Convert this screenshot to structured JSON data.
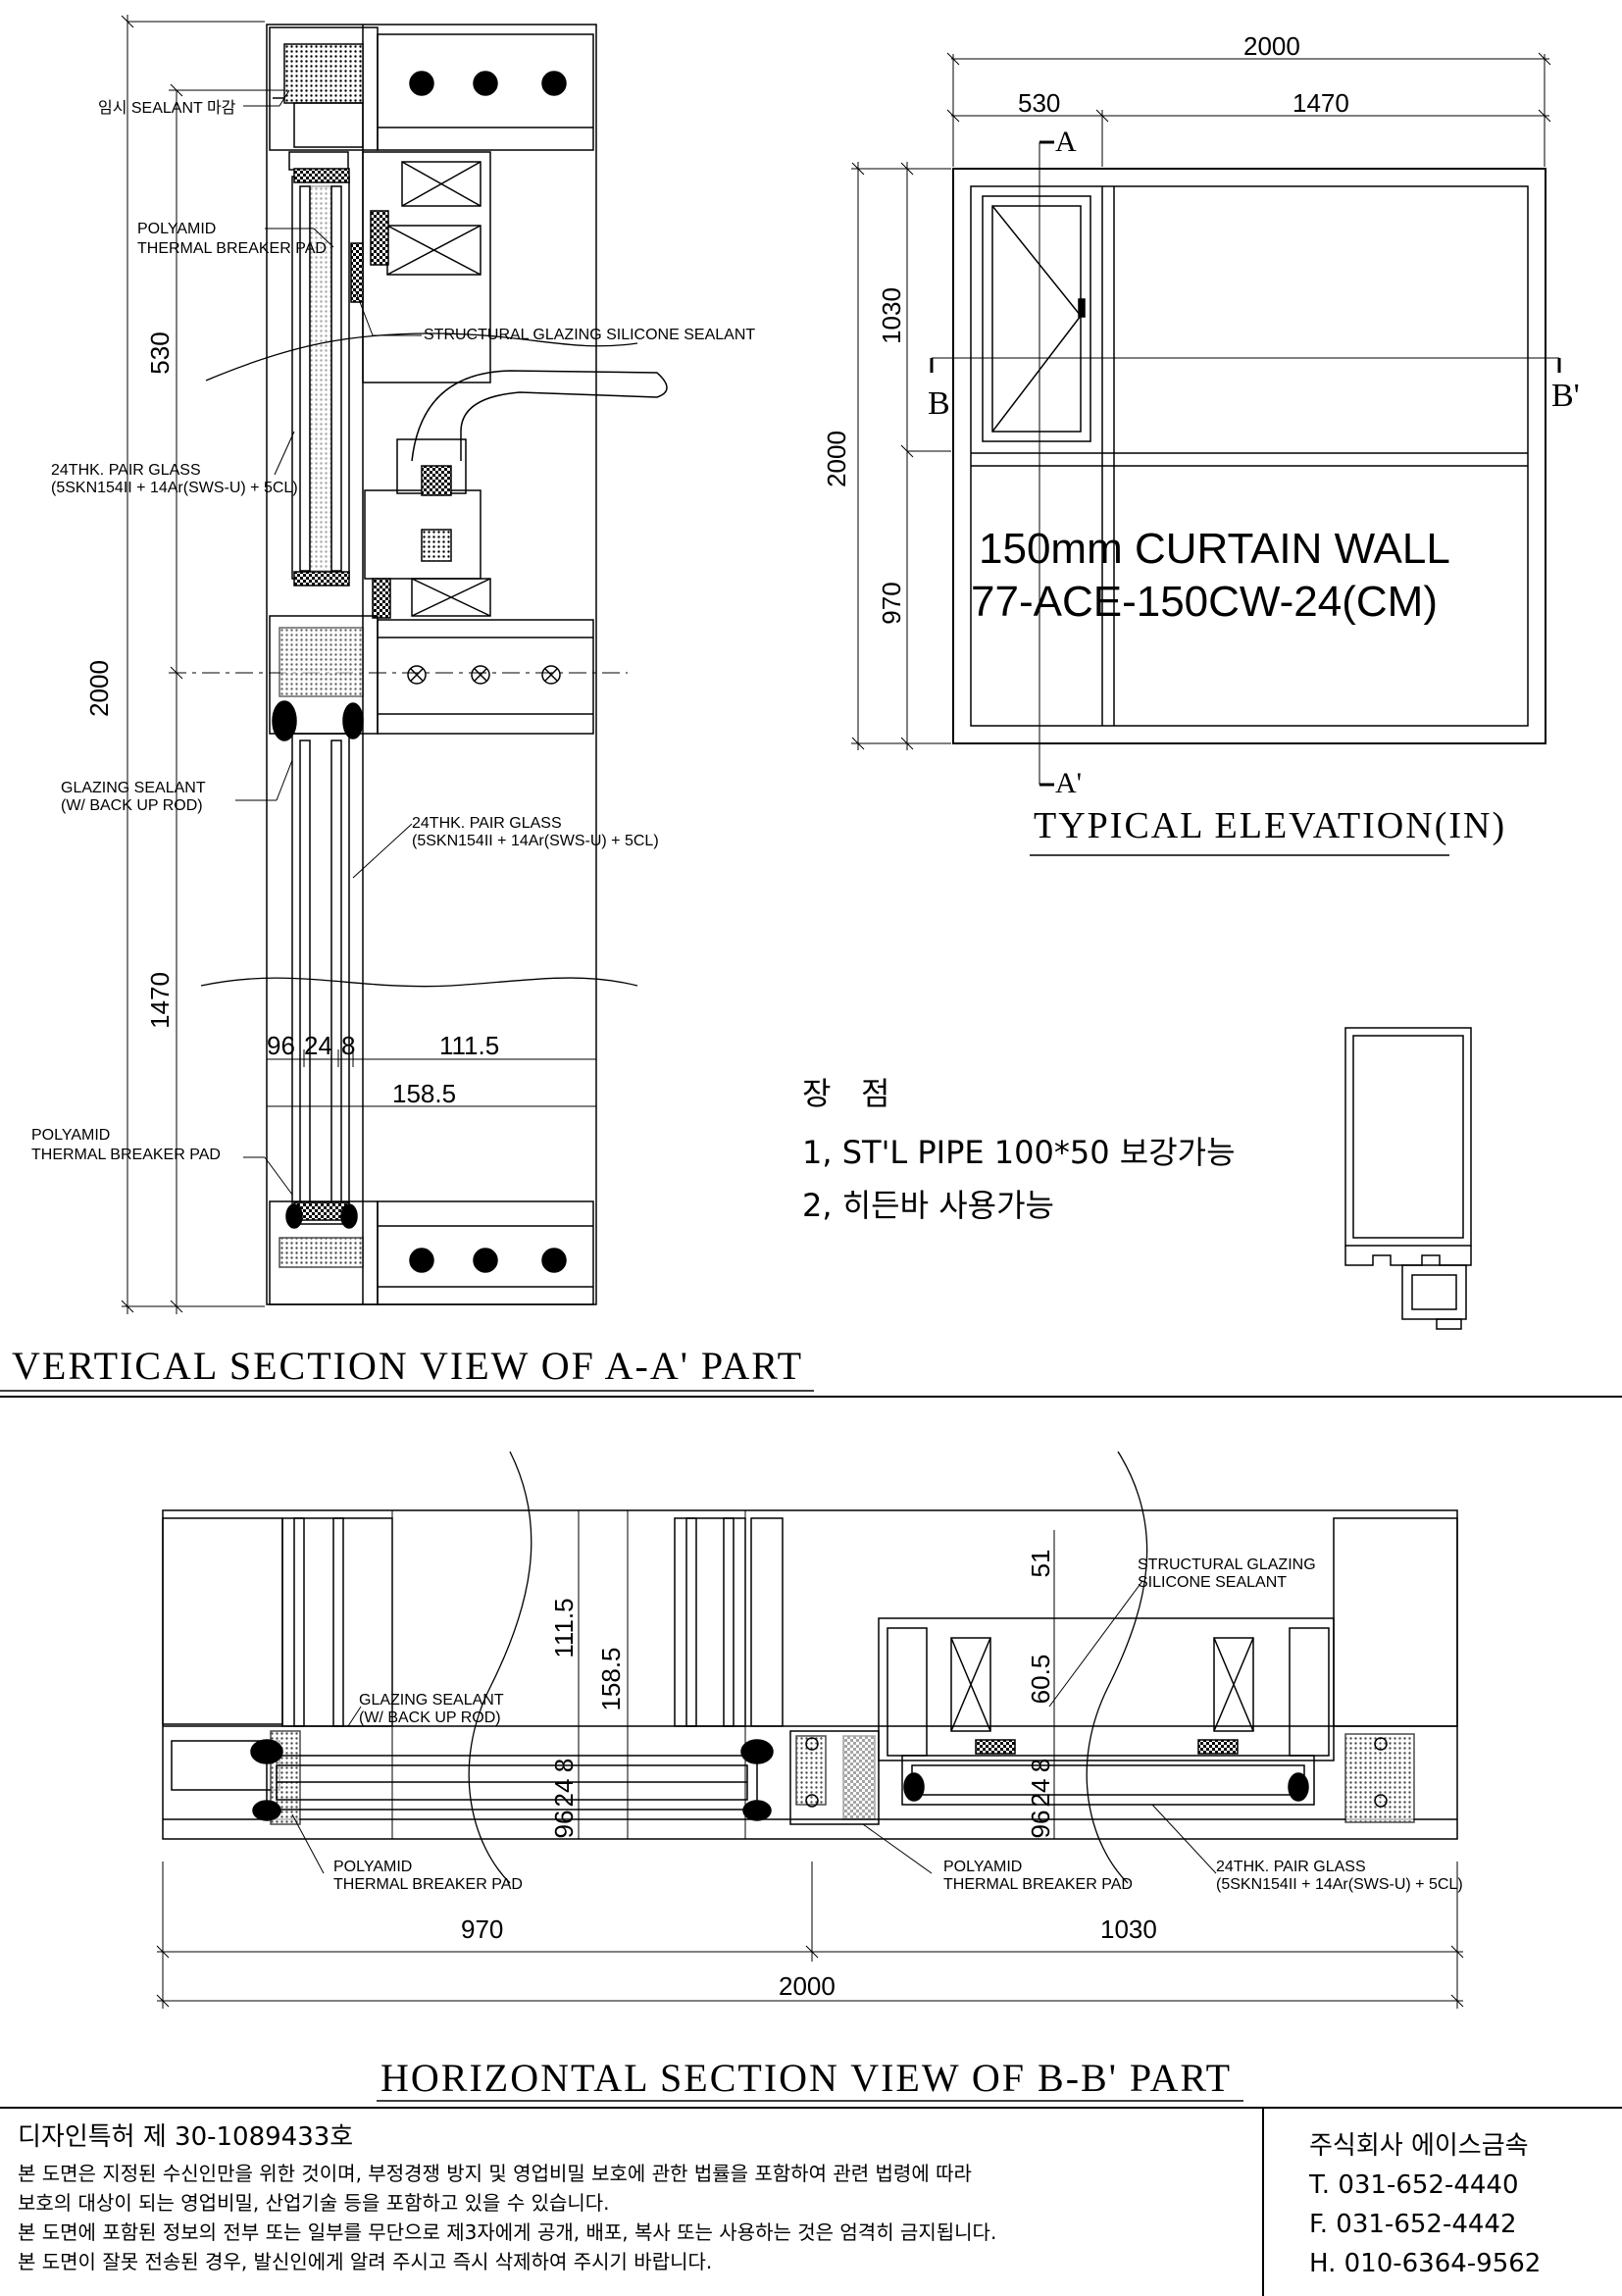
{
  "vertical_section": {
    "title": "VERTICAL SECTION VIEW OF A-A' PART",
    "dim_total": "2000",
    "dim_upper": "530",
    "dim_lower": "1470",
    "dim_96": "96",
    "dim_24": "24",
    "dim_8": "8",
    "dim_111_5": "111.5",
    "dim_158_5": "158.5",
    "callout_temp_sealant": "임시 SEALANT 마감",
    "callout_polyamid_1a": "POLYAMID",
    "callout_polyamid_1b": "THERMAL BREAKER PAD",
    "callout_structural": "STRUCTURAL GLAZING SILICONE SEALANT",
    "callout_glass_1a": "24THK. PAIR GLASS",
    "callout_glass_1b": "(5SKN154II + 14Ar(SWS-U) + 5CL)",
    "callout_glazing_a": "GLAZING SEALANT",
    "callout_glazing_b": "(W/ BACK UP ROD)",
    "callout_glass_2a": "24THK. PAIR GLASS",
    "callout_glass_2b": "(5SKN154II + 14Ar(SWS-U) + 5CL)",
    "callout_polyamid_2a": "POLYAMID",
    "callout_polyamid_2b": "THERMAL BREAKER PAD"
  },
  "elevation": {
    "title": "TYPICAL ELEVATION(IN)",
    "dim_total_w": "2000",
    "dim_left_w": "530",
    "dim_right_w": "1470",
    "dim_total_h": "2000",
    "dim_upper_h": "1030",
    "dim_lower_h": "970",
    "mark_a": "A",
    "mark_a_prime": "A'",
    "mark_b": "B",
    "mark_b_prime": "B'",
    "product_line1": "150mm CURTAIN WALL",
    "product_line2": "77-ACE-150CW-24(CM)"
  },
  "advantages": {
    "heading": "장   점",
    "item1": "1, ST'L PIPE 100*50 보강가능",
    "item2": "2, 히든바 사용가능"
  },
  "horizontal_section": {
    "title": "HORIZONTAL SECTION VIEW OF B-B' PART",
    "dim_total": "2000",
    "dim_left": "970",
    "dim_right": "1030",
    "dim_111_5": "111.5",
    "dim_158_5": "158.5",
    "dim_8_l": "8",
    "dim_24_l": "24",
    "dim_96_l": "96",
    "dim_51": "51",
    "dim_60_5": "60.5",
    "dim_8_r": "8",
    "dim_24_r": "24",
    "dim_96_r": "96",
    "callout_glazing_a": "GLAZING SEALANT",
    "callout_glazing_b": "(W/ BACK UP ROD)",
    "callout_structural_a": "STRUCTURAL GLAZING",
    "callout_structural_b": "SILICONE SEALANT",
    "callout_polyamid_1a": "POLYAMID",
    "callout_polyamid_1b": "THERMAL BREAKER PAD",
    "callout_polyamid_2a": "POLYAMID",
    "callout_polyamid_2b": "THERMAL BREAKER PAD",
    "callout_glass_a": "24THK. PAIR GLASS",
    "callout_glass_b": "(5SKN154II + 14Ar(SWS-U) + 5CL)"
  },
  "footer": {
    "patent": "디자인특허 제 30-1089433호",
    "note1": "본 도면은 지정된 수신인만을 위한 것이며, 부정경쟁 방지 및 영업비밀 보호에 관한 법률을 포함하여 관련 법령에 따라",
    "note2": "보호의 대상이 되는 영업비밀, 산업기술 등을 포함하고 있을 수 있습니다.",
    "note3": "본 도면에 포함된 정보의 전부 또는 일부를 무단으로 제3자에게 공개, 배포, 복사 또는 사용하는 것은 엄격히 금지됩니다.",
    "note4": "본 도면이 잘못 전송된 경우, 발신인에게 알려 주시고 즉시 삭제하여 주시기 바랍니다.",
    "company": "주식회사 에이스금속",
    "tel": "T. 031-652-4440",
    "fax": "F. 031-652-4442",
    "mobile": "H. 010-6364-9562"
  }
}
